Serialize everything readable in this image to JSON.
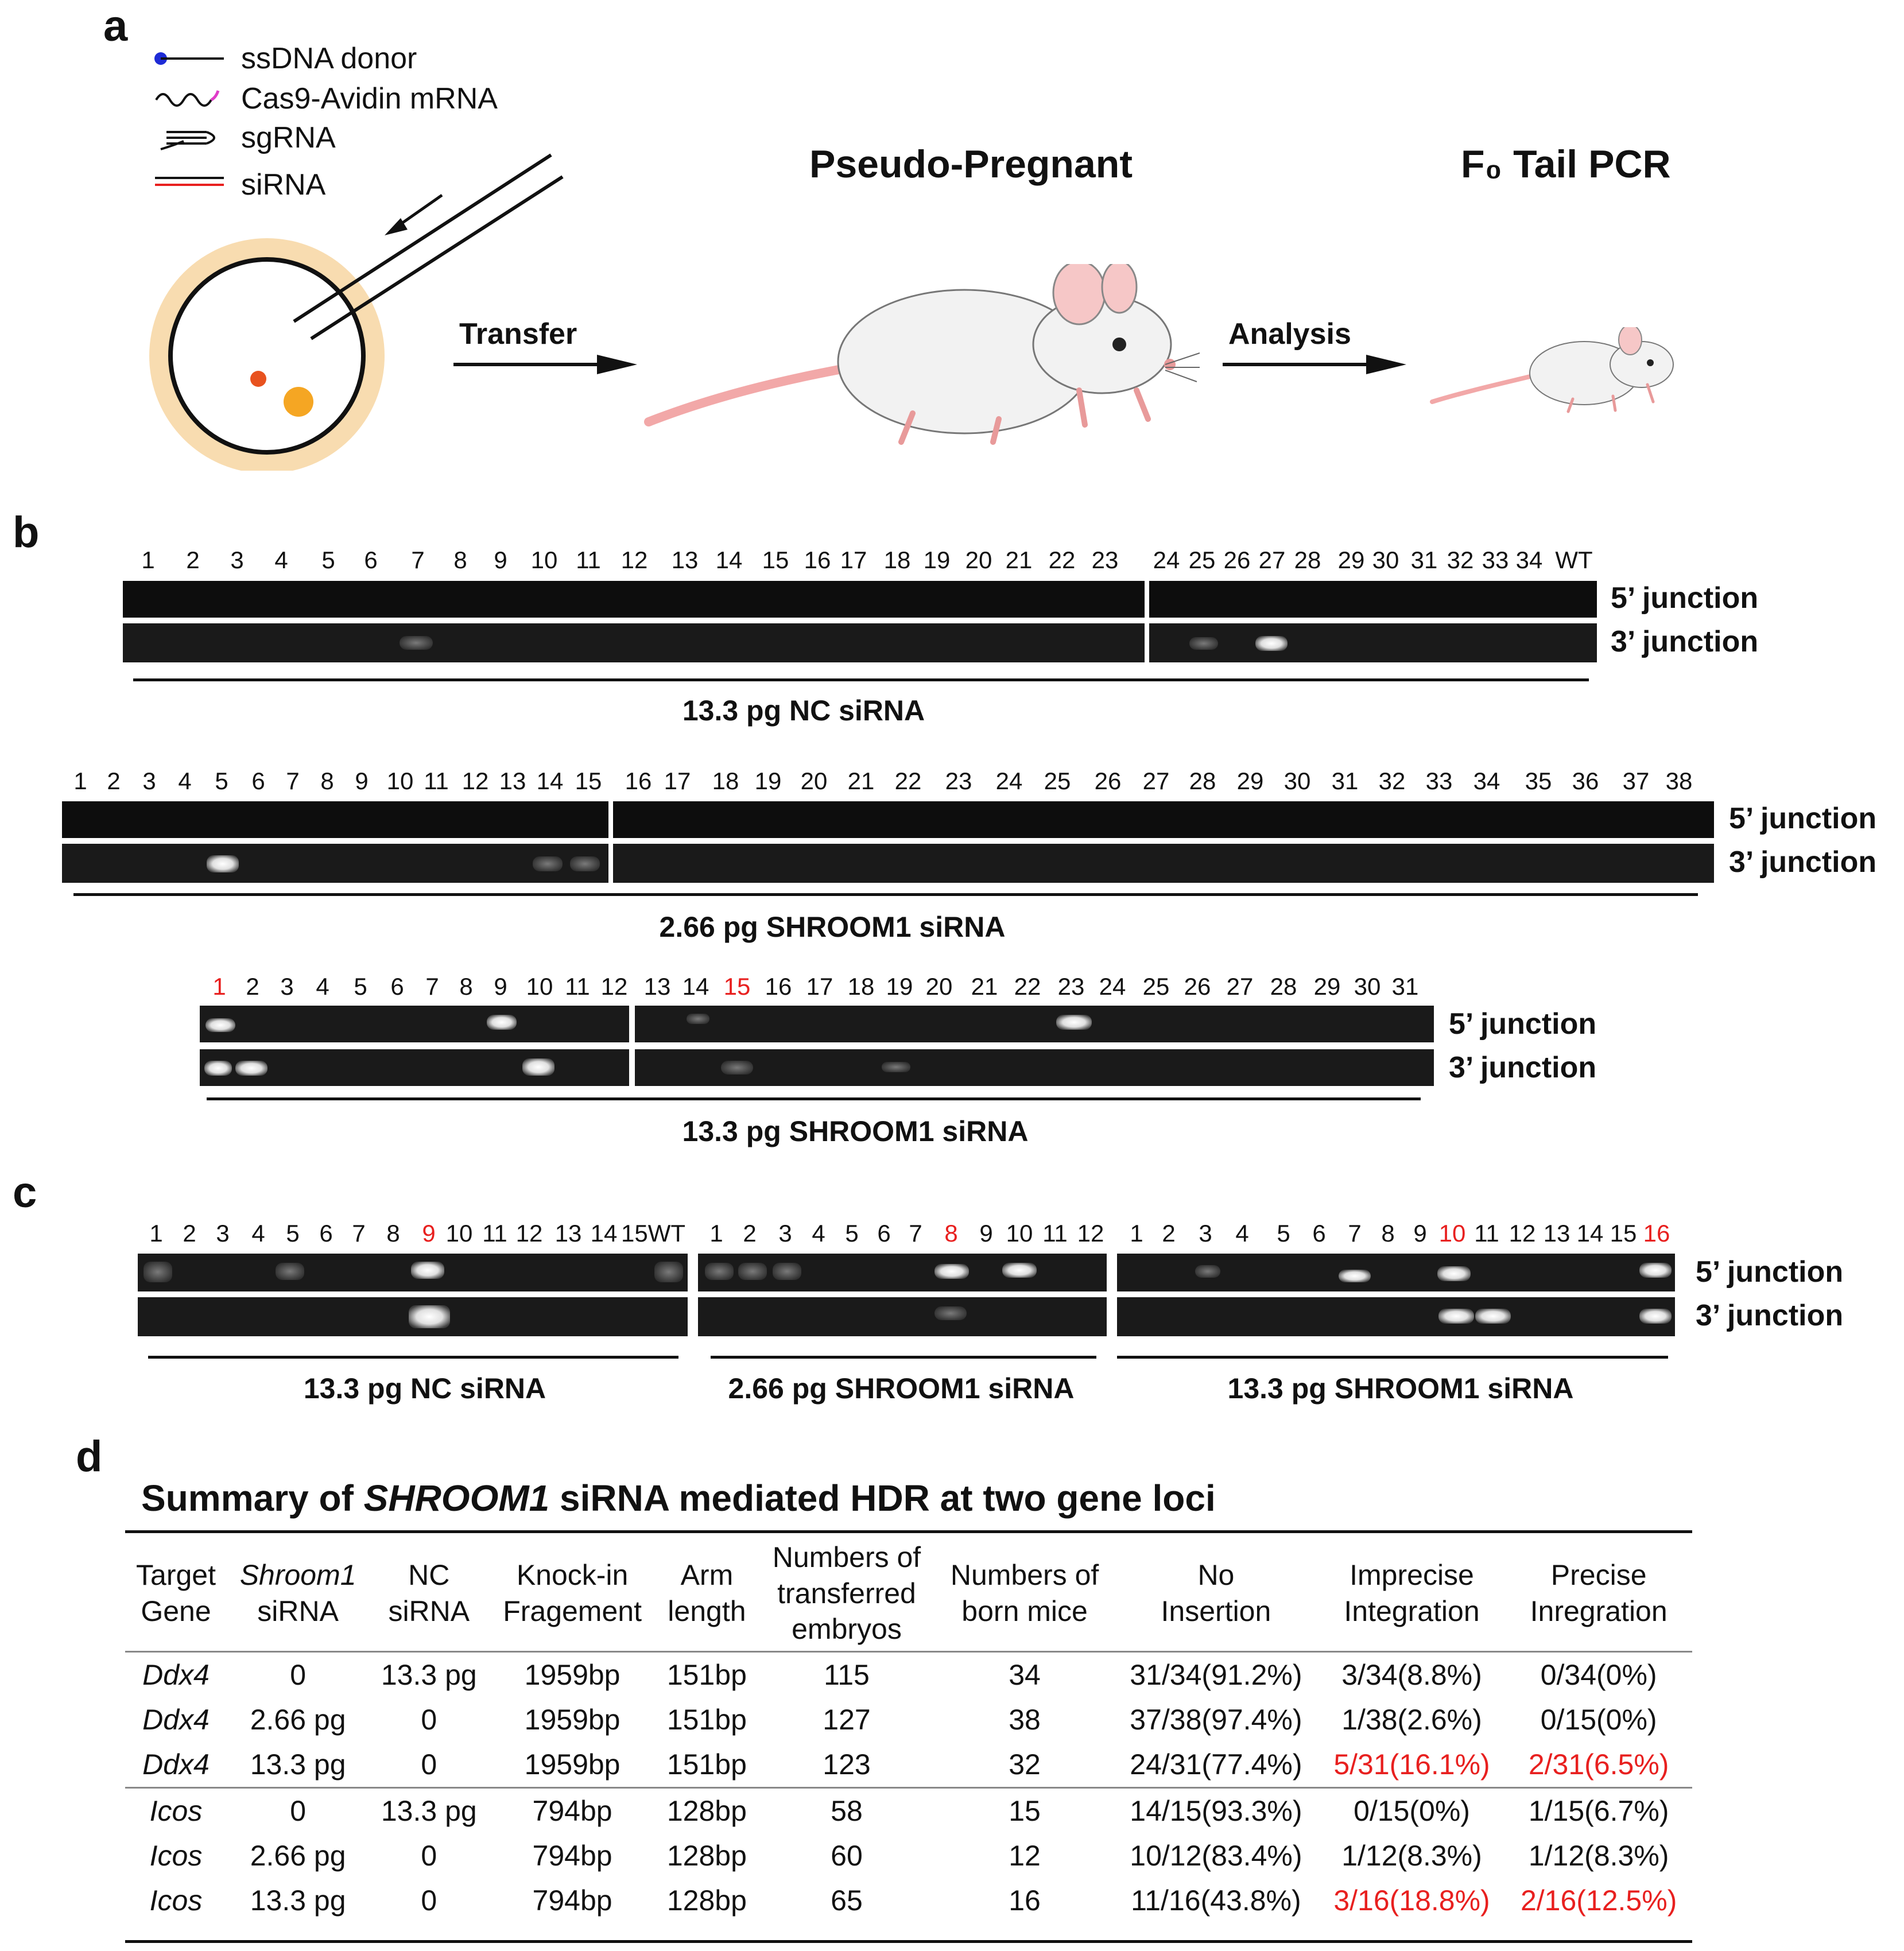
{
  "panels": {
    "a": "a",
    "b": "b",
    "c": "c",
    "d": "d"
  },
  "panel_a": {
    "legend": [
      "ssDNA donor",
      "Cas9-Avidin mRNA",
      "sgRNA",
      "siRNA"
    ],
    "heading_pseudo": "Pseudo-Pregnant",
    "heading_pcr": "F₀ Tail PCR",
    "arrow_transfer": "Transfer",
    "arrow_analysis": "Analysis"
  },
  "panel_b": {
    "junction_5": "5’ junction",
    "junction_3": "3’ junction",
    "group1": {
      "lanes": [
        "1",
        "2",
        "3",
        "4",
        "5",
        "6",
        "7",
        "8",
        "9",
        "10",
        "11",
        "12",
        "13",
        "14",
        "15",
        "16",
        "17",
        "18",
        "19",
        "20",
        "21",
        "22",
        "23",
        "24",
        "25",
        "26",
        "27",
        "28",
        "29",
        "30",
        "31",
        "32",
        "33",
        "34",
        "WT"
      ],
      "label": "13.3 pg NC siRNA"
    },
    "group2": {
      "lanes": [
        "1",
        "2",
        "3",
        "4",
        "5",
        "6",
        "7",
        "8",
        "9",
        "10",
        "11",
        "12",
        "13",
        "14",
        "15",
        "16",
        "17",
        "18",
        "19",
        "20",
        "21",
        "22",
        "23",
        "24",
        "25",
        "26",
        "27",
        "28",
        "29",
        "30",
        "31",
        "32",
        "33",
        "34",
        "35",
        "36",
        "37",
        "38"
      ],
      "label": "2.66 pg SHROOM1 siRNA"
    },
    "group3": {
      "lanes": [
        "1",
        "2",
        "3",
        "4",
        "5",
        "6",
        "7",
        "8",
        "9",
        "10",
        "11",
        "12",
        "13",
        "14",
        "15",
        "16",
        "17",
        "18",
        "19",
        "20",
        "21",
        "22",
        "23",
        "24",
        "25",
        "26",
        "27",
        "28",
        "29",
        "30",
        "31"
      ],
      "red_lanes": [
        "1",
        "15"
      ],
      "label": "13.3 pg SHROOM1 siRNA"
    }
  },
  "panel_c": {
    "junction_5": "5’ junction",
    "junction_3": "3’ junction",
    "groups": [
      {
        "lanes": [
          "1",
          "2",
          "3",
          "4",
          "5",
          "6",
          "7",
          "8",
          "9",
          "10",
          "11",
          "12",
          "13",
          "14",
          "15WT"
        ],
        "red_lanes": [
          "9"
        ],
        "label": "13.3 pg NC siRNA"
      },
      {
        "lanes": [
          "1",
          "2",
          "3",
          "4",
          "5",
          "6",
          "7",
          "8",
          "9",
          "10",
          "11",
          "12"
        ],
        "red_lanes": [
          "8"
        ],
        "label": "2.66 pg SHROOM1 siRNA"
      },
      {
        "lanes": [
          "1",
          "2",
          "3",
          "4",
          "5",
          "6",
          "7",
          "8",
          "9",
          "10",
          "11",
          "12",
          "13",
          "14",
          "15",
          "16"
        ],
        "red_lanes": [
          "10",
          "16"
        ],
        "label": "13.3 pg SHROOM1 siRNA"
      }
    ]
  },
  "panel_d": {
    "title_pre": "Summary of ",
    "title_em": "SHROOM1",
    "title_post": " siRNA mediated HDR at two gene loci",
    "headers": [
      [
        "Target",
        "Gene"
      ],
      [
        "Shroom1",
        "siRNA"
      ],
      [
        "NC",
        "siRNA"
      ],
      [
        "Knock-in",
        "Fragement"
      ],
      [
        "Arm",
        "length"
      ],
      [
        "Numbers of",
        "transferred",
        "embryos"
      ],
      [
        "Numbers of",
        "born mice"
      ],
      [
        "No",
        "Insertion"
      ],
      [
        "Imprecise",
        "Integration"
      ],
      [
        "Precise",
        "Inregration"
      ]
    ],
    "rows": [
      [
        "Ddx4",
        "0",
        "13.3 pg",
        "1959bp",
        "151bp",
        "115",
        "34",
        "31/34(91.2%)",
        "3/34(8.8%)",
        "0/34(0%)"
      ],
      [
        "Ddx4",
        "2.66 pg",
        "0",
        "1959bp",
        "151bp",
        "127",
        "38",
        "37/38(97.4%)",
        "1/38(2.6%)",
        "0/15(0%)"
      ],
      [
        "Ddx4",
        "13.3 pg",
        "0",
        "1959bp",
        "151bp",
        "123",
        "32",
        "24/31(77.4%)",
        "5/31(16.1%)",
        "2/31(6.5%)"
      ],
      [
        "Icos",
        "0",
        "13.3 pg",
        "794bp",
        "128bp",
        "58",
        "15",
        "14/15(93.3%)",
        "0/15(0%)",
        "1/15(6.7%)"
      ],
      [
        "Icos",
        "2.66 pg",
        "0",
        "794bp",
        "128bp",
        "60",
        "12",
        "10/12(83.4%)",
        "1/12(8.3%)",
        "1/12(8.3%)"
      ],
      [
        "Icos",
        "13.3 pg",
        "0",
        "794bp",
        "128bp",
        "65",
        "16",
        "11/16(43.8%)",
        "3/16(18.8%)",
        "2/16(12.5%)"
      ]
    ],
    "red_cells": [
      [
        2,
        8
      ],
      [
        2,
        9
      ],
      [
        5,
        8
      ],
      [
        5,
        9
      ]
    ]
  },
  "colors": {
    "red": "#e8201f",
    "blue": "#1e2bd6",
    "magenta": "#e03cc8",
    "orange": "#f5a623",
    "red_dot": "#e8521f",
    "cell_ring": "#f8dcb0",
    "mouse_body": "#f2f2f2",
    "tail": "#f2a8a8"
  }
}
